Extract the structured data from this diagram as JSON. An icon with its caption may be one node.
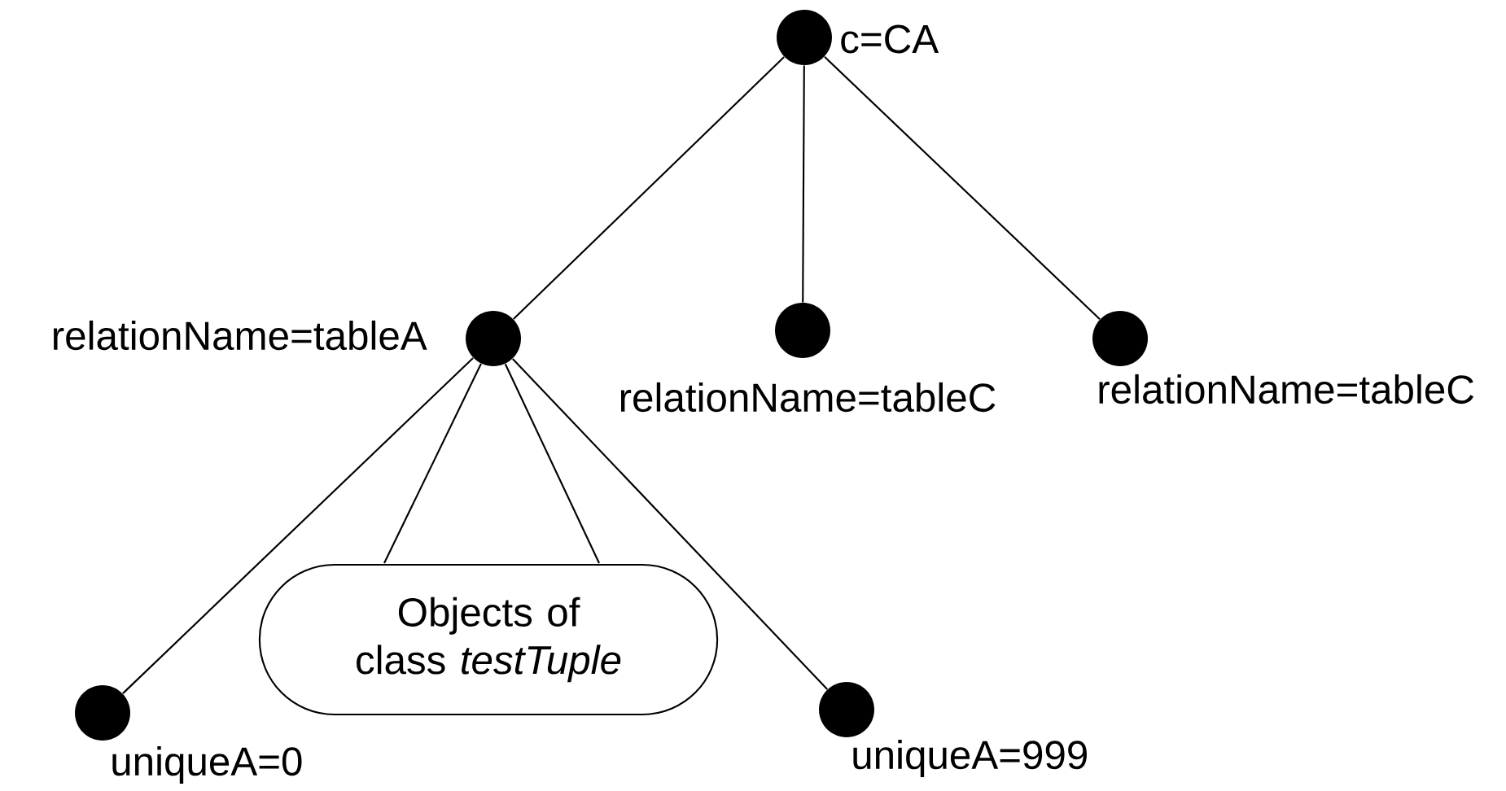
{
  "diagram": {
    "nodes": [
      {
        "text": [],
        "shape": "circle",
        "beside": [
          "c=CA"
        ]
      },
      {
        "text": [],
        "shape": "circle",
        "beside": [
          "relationName=tableA"
        ]
      },
      {
        "text": [],
        "shape": "circle",
        "beside": [
          "relationName=tableC"
        ]
      },
      {
        "text": [],
        "shape": "circle",
        "beside": [
          "relationName=tableC"
        ]
      },
      {
        "text": [],
        "shape": "circle",
        "beside": [
          "uniqueA=0"
        ]
      },
      {
        "text": [
          "Objects of class *testTuple*"
        ]
      },
      {
        "text": [],
        "shape": "circle",
        "beside": [
          "uniqueA=999"
        ]
      }
    ],
    "edges": [
      {
        "from": 0,
        "to": 1,
        "arrow": "none"
      },
      {
        "from": 0,
        "to": 2,
        "arrow": "none"
      },
      {
        "from": 0,
        "to": 3,
        "arrow": "none"
      },
      {
        "from": 1,
        "to": 4,
        "arrow": "none"
      },
      {
        "from": 1,
        "to": 5,
        "arrow": "none"
      },
      {
        "from": 1,
        "to": 5,
        "arrow": "none"
      },
      {
        "from": 1,
        "to": 6,
        "arrow": "none"
      }
    ]
  }
}
